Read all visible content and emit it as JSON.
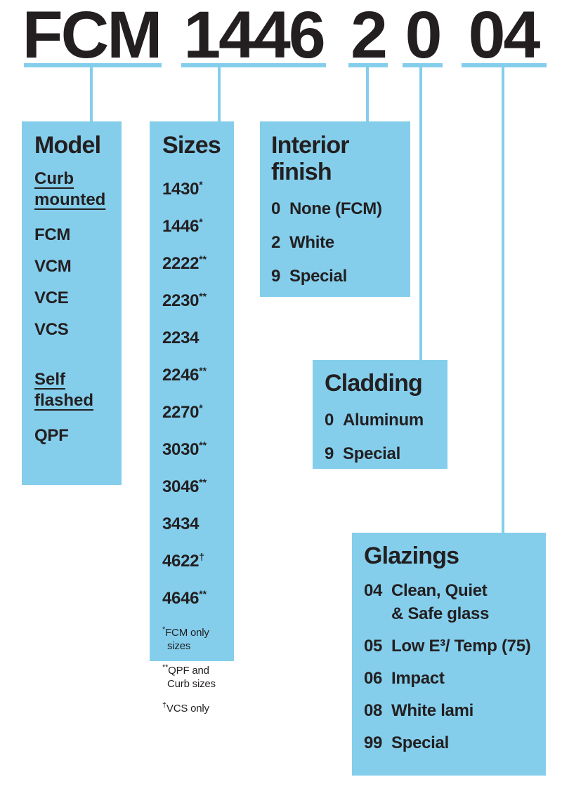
{
  "colors": {
    "accent_blue": "#84ceec",
    "text_dark": "#231f20",
    "background": "#ffffff"
  },
  "code": {
    "segments": [
      {
        "text": "FCM"
      },
      {
        "text": "1446"
      },
      {
        "text": "2"
      },
      {
        "text": "0"
      },
      {
        "text": "04"
      }
    ]
  },
  "boxes": {
    "model": {
      "title": "Model",
      "groups": [
        {
          "heading": "Curb mounted",
          "items": [
            "FCM",
            "VCM",
            "VCE",
            "VCS"
          ]
        },
        {
          "heading": "Self flashed",
          "items": [
            "QPF"
          ]
        }
      ]
    },
    "sizes": {
      "title": "Sizes",
      "items": [
        {
          "label": "1430",
          "sup": "*"
        },
        {
          "label": "1446",
          "sup": "*"
        },
        {
          "label": "2222",
          "sup": "**"
        },
        {
          "label": "2230",
          "sup": "**"
        },
        {
          "label": "2234",
          "sup": ""
        },
        {
          "label": "2246",
          "sup": "**"
        },
        {
          "label": "2270",
          "sup": "*"
        },
        {
          "label": "3030",
          "sup": "**"
        },
        {
          "label": "3046",
          "sup": "**"
        },
        {
          "label": "3434",
          "sup": ""
        },
        {
          "label": "4622",
          "sup": "†"
        },
        {
          "label": "4646",
          "sup": "**"
        }
      ],
      "footnotes": [
        {
          "marker": "*",
          "text": "FCM only sizes"
        },
        {
          "marker": "**",
          "text": "QPF and Curb sizes"
        },
        {
          "marker": "†",
          "text": "VCS only"
        }
      ]
    },
    "interior_finish": {
      "title": "Interior finish",
      "options": [
        {
          "code": "0",
          "label": "None (FCM)"
        },
        {
          "code": "2",
          "label": "White"
        },
        {
          "code": "9",
          "label": "Special"
        }
      ]
    },
    "cladding": {
      "title": "Cladding",
      "options": [
        {
          "code": "0",
          "label": "Aluminum"
        },
        {
          "code": "9",
          "label": "Special"
        }
      ]
    },
    "glazings": {
      "title": "Glazings",
      "options": [
        {
          "code": "04",
          "label": "Clean, Quiet & Safe glass"
        },
        {
          "code": "05",
          "label": "Low E³/ Temp (75)"
        },
        {
          "code": "06",
          "label": "Impact"
        },
        {
          "code": "08",
          "label": "White lami"
        },
        {
          "code": "99",
          "label": "Special"
        }
      ]
    }
  }
}
